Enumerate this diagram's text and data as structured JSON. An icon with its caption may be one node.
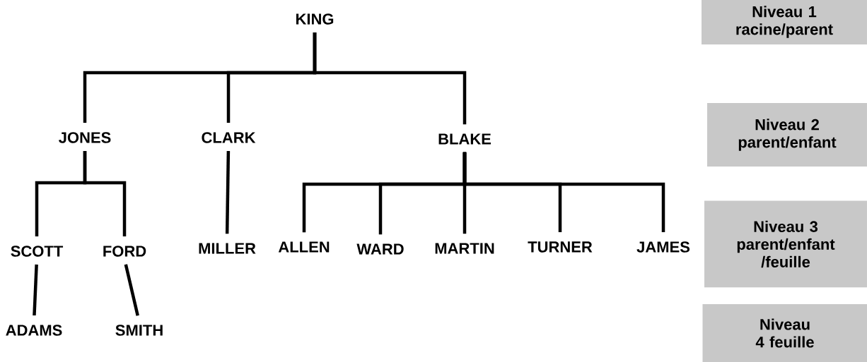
{
  "diagram": {
    "nodes": [
      {
        "text": [
          "KING"
        ]
      },
      {
        "text": [
          "JONES"
        ]
      },
      {
        "text": [
          "CLARK"
        ]
      },
      {
        "text": [
          "BLAKE"
        ]
      },
      {
        "text": [
          "SCOTT"
        ]
      },
      {
        "text": [
          "FORD"
        ]
      },
      {
        "text": [
          "MILLER"
        ]
      },
      {
        "text": [
          "ALLEN"
        ]
      },
      {
        "text": [
          "WARD"
        ]
      },
      {
        "text": [
          "MARTIN"
        ]
      },
      {
        "text": [
          "TURNER"
        ]
      },
      {
        "text": [
          "JAMES"
        ]
      },
      {
        "text": [
          "ADAMS"
        ]
      },
      {
        "text": [
          "SMITH"
        ]
      },
      {
        "text": [
          "Niveau 1 racine/parent"
        ]
      },
      {
        "text": [
          "Niveau 2 parent/enfant"
        ]
      },
      {
        "text": [
          "Niveau 3 parent/enfant /feuille"
        ]
      },
      {
        "text": [
          "Niveau 4 feuille"
        ]
      }
    ],
    "edges": [
      {
        "from": 0,
        "to": 1,
        "arrow": "none"
      },
      {
        "from": 0,
        "to": 2,
        "arrow": "none"
      },
      {
        "from": 0,
        "to": 3,
        "arrow": "none"
      },
      {
        "from": 1,
        "to": 4,
        "arrow": "none"
      },
      {
        "from": 1,
        "to": 5,
        "arrow": "none"
      },
      {
        "from": 2,
        "to": 6,
        "arrow": "none"
      },
      {
        "from": 3,
        "to": 7,
        "arrow": "none"
      },
      {
        "from": 3,
        "to": 8,
        "arrow": "none"
      },
      {
        "from": 3,
        "to": 9,
        "arrow": "none"
      },
      {
        "from": 3,
        "to": 10,
        "arrow": "none"
      },
      {
        "from": 3,
        "to": 11,
        "arrow": "none"
      },
      {
        "from": 4,
        "to": 12,
        "arrow": "none"
      },
      {
        "from": 5,
        "to": 13,
        "arrow": "none"
      }
    ]
  }
}
